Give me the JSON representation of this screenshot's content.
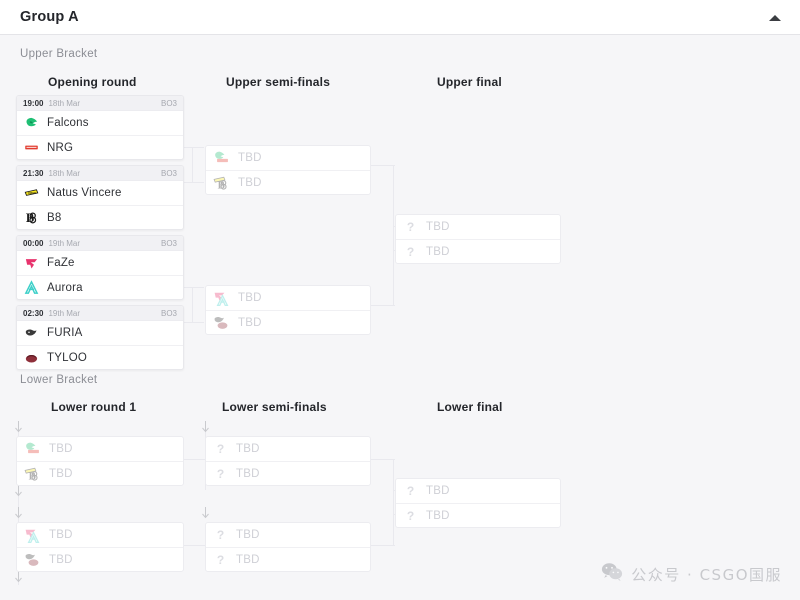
{
  "header": {
    "title": "Group A",
    "collapse_icon": "chevron-up-icon"
  },
  "brackets": {
    "upper": {
      "label": "Upper Bracket",
      "rounds": [
        {
          "title": "Opening round"
        },
        {
          "title": "Upper semi-finals"
        },
        {
          "title": "Upper final"
        }
      ]
    },
    "lower": {
      "label": "Lower Bracket",
      "rounds": [
        {
          "title": "Lower round 1"
        },
        {
          "title": "Lower semi-finals"
        },
        {
          "title": "Lower final"
        }
      ]
    }
  },
  "labels": {
    "tbd": "TBD",
    "bo3": "BO3",
    "question_icon": "question-mark-icon"
  },
  "matches": {
    "upper_opening": [
      {
        "time": "19:00",
        "date": "18th Mar",
        "format": "BO3",
        "teams": [
          {
            "name": "Falcons",
            "logo": "falcons-logo"
          },
          {
            "name": "NRG",
            "logo": "nrg-logo"
          }
        ]
      },
      {
        "time": "21:30",
        "date": "18th Mar",
        "format": "BO3",
        "teams": [
          {
            "name": "Natus Vincere",
            "logo": "navi-logo"
          },
          {
            "name": "B8",
            "logo": "b8-logo"
          }
        ]
      },
      {
        "time": "00:00",
        "date": "19th Mar",
        "format": "BO3",
        "teams": [
          {
            "name": "FaZe",
            "logo": "faze-logo"
          },
          {
            "name": "Aurora",
            "logo": "aurora-logo"
          }
        ]
      },
      {
        "time": "02:30",
        "date": "19th Mar",
        "format": "BO3",
        "teams": [
          {
            "name": "FURIA",
            "logo": "furia-logo"
          },
          {
            "name": "TYLOO",
            "logo": "tyloo-logo"
          }
        ]
      }
    ],
    "upper_semis": [
      {
        "teams": [
          {
            "name": "TBD",
            "logo": "falcons-nrg-stack"
          },
          {
            "name": "TBD",
            "logo": "navi-b8-stack"
          }
        ]
      },
      {
        "teams": [
          {
            "name": "TBD",
            "logo": "faze-aurora-stack"
          },
          {
            "name": "TBD",
            "logo": "furia-tyloo-stack"
          }
        ]
      }
    ],
    "upper_final": [
      {
        "teams": [
          {
            "name": "TBD",
            "logo": "question-mark-icon"
          },
          {
            "name": "TBD",
            "logo": "question-mark-icon"
          }
        ]
      }
    ],
    "lower_round1": [
      {
        "teams": [
          {
            "name": "TBD",
            "logo": "falcons-nrg-stack"
          },
          {
            "name": "TBD",
            "logo": "navi-b8-stack"
          }
        ]
      },
      {
        "teams": [
          {
            "name": "TBD",
            "logo": "faze-aurora-stack"
          },
          {
            "name": "TBD",
            "logo": "furia-tyloo-stack"
          }
        ]
      }
    ],
    "lower_semis": [
      {
        "teams": [
          {
            "name": "TBD",
            "logo": "question-mark-icon"
          },
          {
            "name": "TBD",
            "logo": "question-mark-icon"
          }
        ]
      },
      {
        "teams": [
          {
            "name": "TBD",
            "logo": "question-mark-icon"
          },
          {
            "name": "TBD",
            "logo": "question-mark-icon"
          }
        ]
      }
    ],
    "lower_final": [
      {
        "teams": [
          {
            "name": "TBD",
            "logo": "question-mark-icon"
          },
          {
            "name": "TBD",
            "logo": "question-mark-icon"
          }
        ]
      }
    ]
  },
  "watermark": {
    "icon": "wechat-icon",
    "text": "公众号 · CSGO国服"
  },
  "colors": {
    "page_bg": "#f6f6f8",
    "card_bg": "#ffffff",
    "border": "#e8e8ec",
    "text": "#2f3136",
    "muted": "#a7a9b0",
    "placeholder": "#cfd0d6",
    "falcons": "#1fbf74",
    "nrg": "#e23b2e",
    "navi": "#f5e51c",
    "b8": "#1a1a1a",
    "faze": "#e8336d",
    "aurora": "#3fd0c9",
    "furia": "#3a3a3a",
    "tyloo": "#8e2f3a"
  }
}
